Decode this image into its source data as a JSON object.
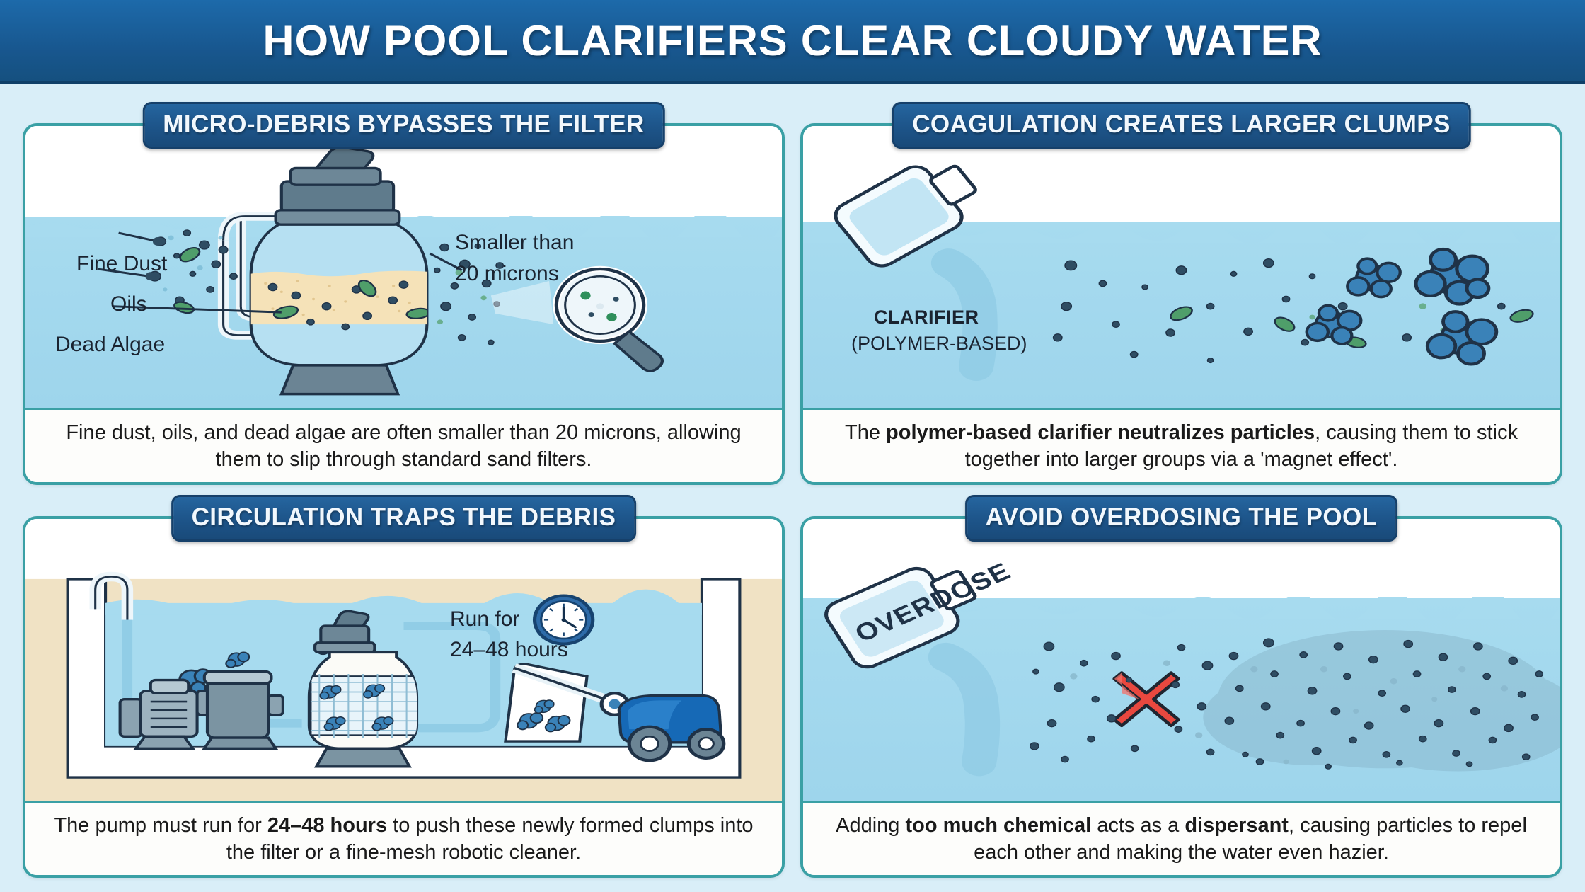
{
  "header": {
    "title": "HOW POOL CLARIFIERS CLEAR CLOUDY WATER"
  },
  "theme": {
    "header_bg": "#1d6aaa",
    "chip_bg": "#1d5489",
    "card_border": "#3aa0a5",
    "page_bg": "#d9eef8",
    "water": "#a7dbef",
    "sand": "#f5e2b8",
    "clump": "#3a82b8",
    "algae": "#4f9e6a",
    "error_red": "#e8483f",
    "equipment": "#6b8494"
  },
  "panels": [
    {
      "id": "micro-debris",
      "title": "MICRO-DEBRIS BYPASSES THE FILTER",
      "labels": {
        "fine_dust": "Fine Dust",
        "oils": "Oils",
        "dead_algae": "Dead Algae",
        "magnify_line1": "Smaller than",
        "magnify_line2": "20 microns"
      },
      "caption": {
        "pre": "Fine dust, oils, and dead algae are often smaller than 20 microns, allowing them to slip through standard sand filters.",
        "bold": "",
        "post": ""
      }
    },
    {
      "id": "coagulation",
      "title": "COAGULATION CREATES LARGER CLUMPS",
      "labels": {
        "bottle_name": "CLARIFIER",
        "bottle_type": "(POLYMER-BASED)"
      },
      "caption": {
        "pre": "The ",
        "bold": "polymer-based clarifier neutralizes particles",
        "post": ", causing them to stick together into larger groups via a 'magnet effect'."
      }
    },
    {
      "id": "circulation",
      "title": "CIRCULATION TRAPS THE DEBRIS",
      "labels": {
        "clock_line1": "Run for",
        "clock_line2": "24–48 hours"
      },
      "caption": {
        "pre": "The pump must run for ",
        "bold": "24–48 hours",
        "post": " to push these newly formed clumps into the filter or a fine-mesh robotic cleaner."
      }
    },
    {
      "id": "overdose",
      "title": "AVOID OVERDOSING THE POOL",
      "labels": {
        "bottle_name": "OVERDOSE"
      },
      "caption": {
        "pre": "Adding ",
        "bold": "too much chemical",
        "mid": " acts as a ",
        "bold2": "dispersant",
        "post": ", causing particles to repel each other and making the water even hazier."
      }
    }
  ]
}
